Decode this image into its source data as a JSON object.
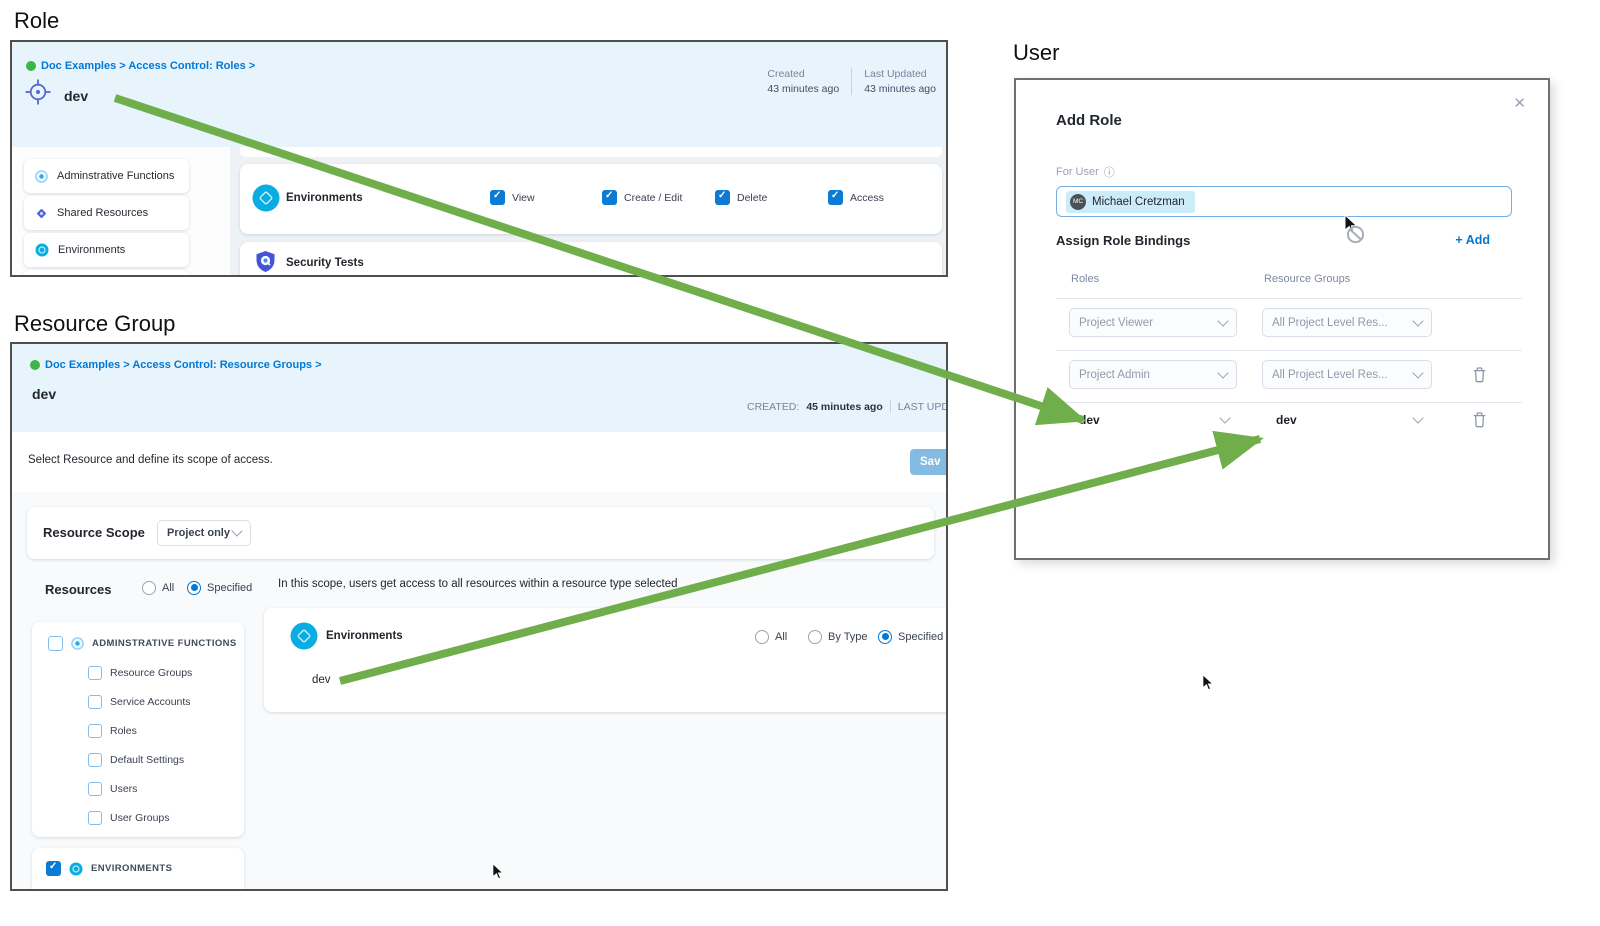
{
  "colors": {
    "accent-blue": "#0278d5",
    "arrow-green": "#6fae4a",
    "header-blue": "#e7f4fc",
    "checkbox-blue": "#0b7bd6",
    "chip-bg": "#cdecf9",
    "save-button-bg": "#84bbe2",
    "env-icon-cyan": "#09ade2"
  },
  "icons": {
    "close": "✕",
    "info": "ⓘ"
  },
  "sections": {
    "role": "Role",
    "resource_group": "Resource Group",
    "user": "User"
  },
  "role_panel": {
    "breadcrumb": "Doc Examples > Access Control: Roles >",
    "title": "dev",
    "created": {
      "label": "Created",
      "value": "43 minutes ago"
    },
    "last_updated": {
      "label": "Last Updated",
      "value": "43 minutes ago"
    },
    "sidebar": [
      "Adminstrative Functions",
      "Shared Resources",
      "Environments"
    ],
    "resource_row": {
      "label": "Environments",
      "permissions": [
        "View",
        "Create / Edit",
        "Delete",
        "Access"
      ]
    },
    "security_row": {
      "label": "Security Tests"
    }
  },
  "resource_group_panel": {
    "breadcrumb": "Doc Examples > Access Control: Resource Groups >",
    "title": "dev",
    "created_label": "CREATED:",
    "created_value": "45 minutes ago",
    "last_updated_label": "LAST UPD",
    "subtitle": "Select Resource and define its scope of access.",
    "save_button": "Sav",
    "resource_scope": {
      "label": "Resource Scope",
      "value": "Project only"
    },
    "resources": {
      "label": "Resources",
      "option_all": "All",
      "option_specified": "Specified"
    },
    "tree": {
      "parent": "ADMINSTRATIVE FUNCTIONS",
      "children": [
        "Resource Groups",
        "Service Accounts",
        "Roles",
        "Default Settings",
        "Users",
        "User Groups"
      ],
      "environments": "ENVIRONMENTS"
    },
    "scope_hint": "In this scope, users get access to all resources within a resource type selected",
    "scope_row": {
      "label": "Environments",
      "option_all": "All",
      "option_by_type": "By Type",
      "option_specified": "Specified",
      "value": "dev"
    }
  },
  "user_modal": {
    "title": "Add Role",
    "for_user_label": "For User",
    "user_chip": {
      "initials": "MC",
      "name": "Michael Cretzman"
    },
    "bindings_label": "Assign Role Bindings",
    "add_button": "+ Add",
    "columns": {
      "roles": "Roles",
      "resource_groups": "Resource Groups"
    },
    "rows": [
      {
        "role": "Project Viewer",
        "resource_group": "All Project Level Res...",
        "deletable": false
      },
      {
        "role": "Project Admin",
        "resource_group": "All Project Level Res...",
        "deletable": true
      },
      {
        "role": "dev",
        "resource_group": "dev",
        "deletable": true
      }
    ]
  }
}
